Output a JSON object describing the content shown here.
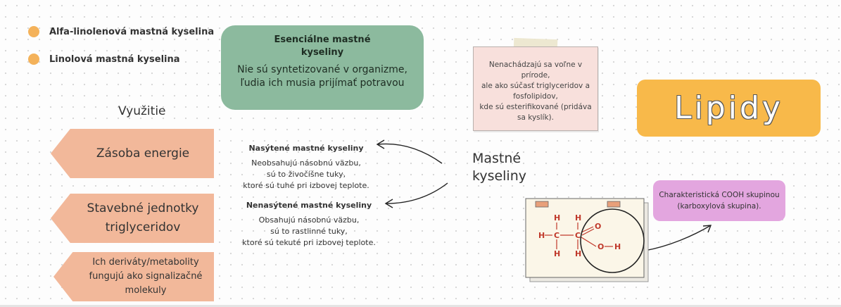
{
  "legend": {
    "items": [
      {
        "label": "Alfa-linolenová mastná kyselina"
      },
      {
        "label": "Linolová mastná kyselina"
      }
    ]
  },
  "essential": {
    "title": "Esenciálne mastné kyseliny",
    "body": "Nie sú syntetizované v organizme, ľudia ich musia prijímať potravou"
  },
  "vyuzitie": {
    "heading": "Využitie",
    "items": [
      {
        "label": "Zásoba energie"
      },
      {
        "label": "Stavebné jednotky triglyceridov"
      },
      {
        "label": "Ich deriváty/metabolity fungujú ako signalizačné molekuly"
      }
    ]
  },
  "saturated": {
    "title": "Nasýtené mastné kyseliny",
    "lines": [
      "Neobsahujú násobnú väzbu,",
      "sú to živočíšne tuky,",
      "ktoré sú tuhé pri izbovej teplote."
    ]
  },
  "unsaturated": {
    "title": "Nenasýtené mastné kyseliny",
    "lines": [
      "Obsahujú násobnú väzbu,",
      "sú to rastlinné tuky,",
      "ktoré sú tekuté pri izbovej teplote."
    ]
  },
  "center": {
    "line1": "Mastné",
    "line2": "kyseliny"
  },
  "note": {
    "lines": [
      "Nenachádzajú sa voľne v",
      "prírode,",
      "ale ako súčasť triglyceridov a",
      "fosfolipidov,",
      "kde sú esterifikované (pridáva",
      "sa kyslík)."
    ]
  },
  "lipidy": {
    "title": "Lipidy"
  },
  "cooh": {
    "line1": "Charakteristická COOH skupinou",
    "line2": "(karboxylová skupina)."
  },
  "molecule": {
    "atoms": [
      "H",
      "C",
      "C",
      "O",
      "O",
      "H",
      "H",
      "H",
      "H",
      "H"
    ]
  },
  "colors": {
    "accent_orange": "#f4b25a",
    "green": "#8cba9e",
    "salmon": "#f2b89a",
    "pink": "#e3a6df",
    "note_pink": "#f8e0dc",
    "lipidy": "#f8b94a",
    "atom_red": "#c0392b"
  }
}
